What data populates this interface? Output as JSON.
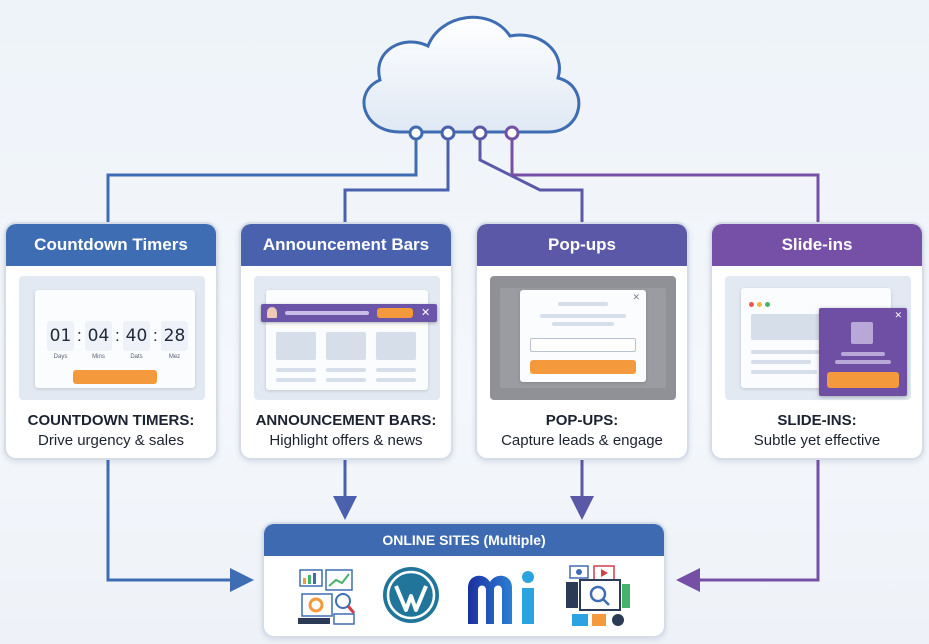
{
  "cards": [
    {
      "header": "Countdown Timers",
      "title": "COUNTDOWN TIMERS:",
      "subtitle": "Drive urgency & sales",
      "color": "#3e6db3"
    },
    {
      "header": "Announcement Bars",
      "title": "ANNOUNCEMENT BARS:",
      "subtitle": "Highlight offers & news",
      "color": "#4a62ad"
    },
    {
      "header": "Pop-ups",
      "title": "POP-UPS:",
      "subtitle": "Capture leads & engage",
      "color": "#5b58a8"
    },
    {
      "header": "Slide-ins",
      "title": "SLIDE-INS:",
      "subtitle": "Subtle yet effective",
      "color": "#7650a6"
    }
  ],
  "timer": {
    "digits": [
      "01",
      "04",
      "40",
      "28"
    ],
    "units": [
      "Days",
      "Mins",
      "Dats",
      "Mez"
    ]
  },
  "sites": {
    "title": "ONLINE SITES (Multiple)",
    "icons": [
      "analytics-dashboard-icon",
      "wordpress-icon",
      "mi-logo-icon",
      "media-gallery-icon"
    ]
  },
  "colors": {
    "blue": "#3e6db3",
    "indigo": "#4a62ad",
    "violet": "#5b58a8",
    "purple": "#7650a6",
    "accent": "#f59a3c"
  }
}
